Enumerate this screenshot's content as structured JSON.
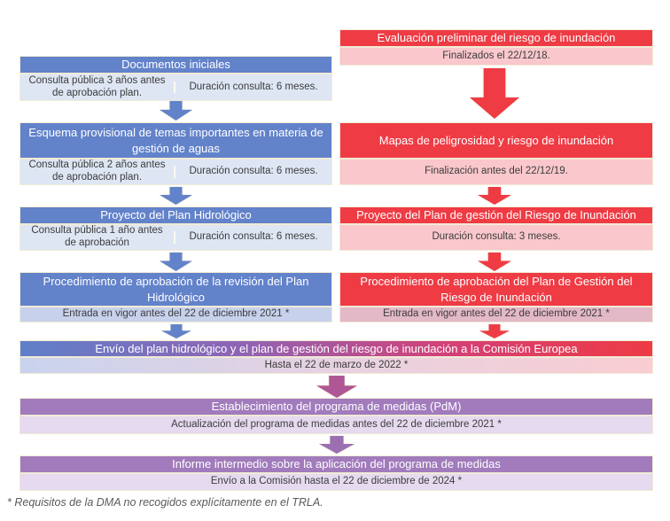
{
  "left": {
    "steps": [
      {
        "title": "Documentos iniciales",
        "cells": [
          "Consulta pública 3 años antes de aprobación plan.",
          "Duración consulta: 6 meses."
        ]
      },
      {
        "title": "Esquema provisional de temas importantes en materia de gestión de aguas",
        "cells": [
          "Consulta pública 2 años antes de aprobación plan.",
          "Duración consulta: 6 meses."
        ]
      },
      {
        "title": "Proyecto del Plan Hidrológico",
        "cells": [
          "Consulta pública 1 año antes de aprobación",
          "Duración consulta: 6 meses."
        ]
      },
      {
        "title": "Procedimiento de aprobación de la revisión del Plan Hidrológico",
        "note": "Entrada en vigor antes del 22 de diciembre 2021 *"
      }
    ]
  },
  "right": {
    "steps": [
      {
        "title": "Evaluación preliminar del riesgo de inundación",
        "note": "Finalizados el 22/12/18."
      },
      {
        "title": "Mapas de peligrosidad y riesgo de inundación",
        "note": "Finalización antes del 22/12/19."
      },
      {
        "title": "Proyecto del Plan de gestión del Riesgo de Inundación",
        "note": "Duración consulta: 3 meses."
      },
      {
        "title": "Procedimiento de aprobación del Plan de Gestión del Riesgo de Inundación",
        "note": "Entrada en vigor antes del 22 de diciembre 2021 *"
      }
    ]
  },
  "merged": {
    "title": "Envío del plan hidrológico y el plan de gestión del riesgo de inundación a la Comisión Europea",
    "note": "Hasta el 22 de marzo de 2022 *"
  },
  "program": {
    "steps": [
      {
        "title": "Establecimiento del programa de medidas (PdM)",
        "note": "Actualización del programa de medidas antes del 22 de diciembre 2021 *"
      },
      {
        "title": "Informe intermedio sobre la aplicación del programa de medidas",
        "note": "Envío a la Comisión hasta el 22 de diciembre de 2024 *"
      }
    ]
  },
  "footnote": "* Requisitos de la DMA no recogidos explícitamente en el TRLA.",
  "colors": {
    "blue": "#6282CA",
    "blue_light": "#DEE6F4",
    "blue_note": "#C7D1EC",
    "red": "#EE3B44",
    "red_light": "#F9C7CC",
    "red_note": "#E3B8C7",
    "purple": "#A17BBC",
    "purple_light": "#E5DAEF",
    "magenta_arrow": "#AF5694"
  }
}
